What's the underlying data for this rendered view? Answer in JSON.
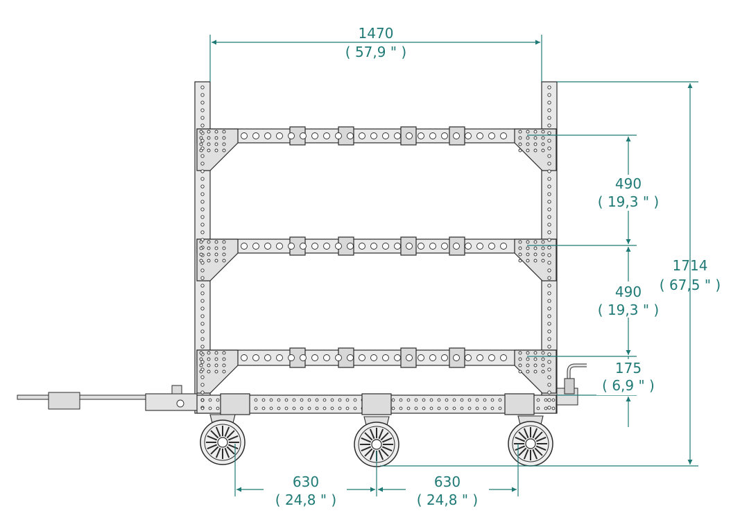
{
  "dimensions": {
    "width_mm": "1470",
    "width_in": "( 57,9 \" )",
    "height_mm": "1714",
    "height_in": "( 67,5 \" )",
    "shelf_gap_top_mm": "490",
    "shelf_gap_top_in": "( 19,3 \" )",
    "shelf_gap_mid_mm": "490",
    "shelf_gap_mid_in": "( 19,3 \" )",
    "base_height_mm": "175",
    "base_height_in": "( 6,9 \" )",
    "wheel_spacing_left_mm": "630",
    "wheel_spacing_left_in": "( 24,8 \" )",
    "wheel_spacing_right_mm": "630",
    "wheel_spacing_right_in": "( 24,8 \" )"
  },
  "colors": {
    "dimension": "#1f7a76",
    "outline": "#2a2a2a",
    "fill": "#e8e8e8"
  }
}
